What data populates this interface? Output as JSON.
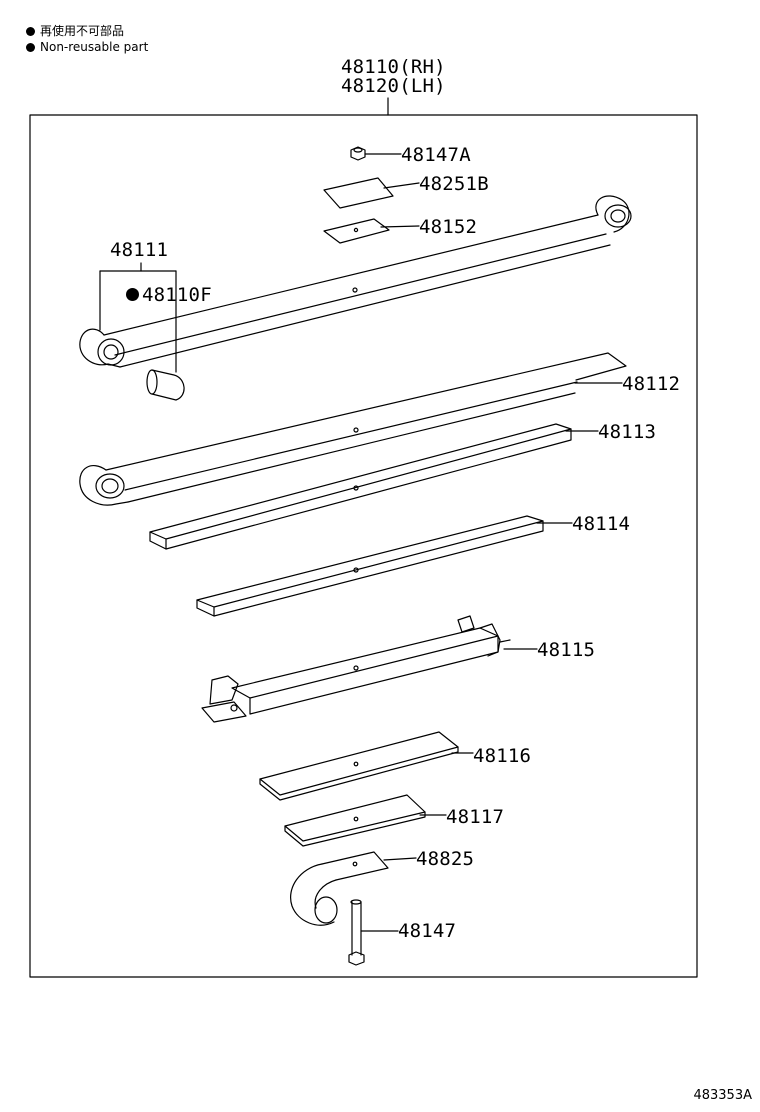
{
  "legend": {
    "japanese": "再使用不可部品",
    "english": "Non-reusable part"
  },
  "assembly": {
    "rh": "48110(RH)",
    "lh": "48120(LH)"
  },
  "parts": {
    "p48147A": "48147A",
    "p48251B": "48251B",
    "p48152": "48152",
    "p48111": "48111",
    "p48110F": "48110F",
    "p48112": "48112",
    "p48113": "48113",
    "p48114": "48114",
    "p48115": "48115",
    "p48116": "48116",
    "p48117": "48117",
    "p48825": "48825",
    "p48147": "48147"
  },
  "figure_number": "483353A"
}
